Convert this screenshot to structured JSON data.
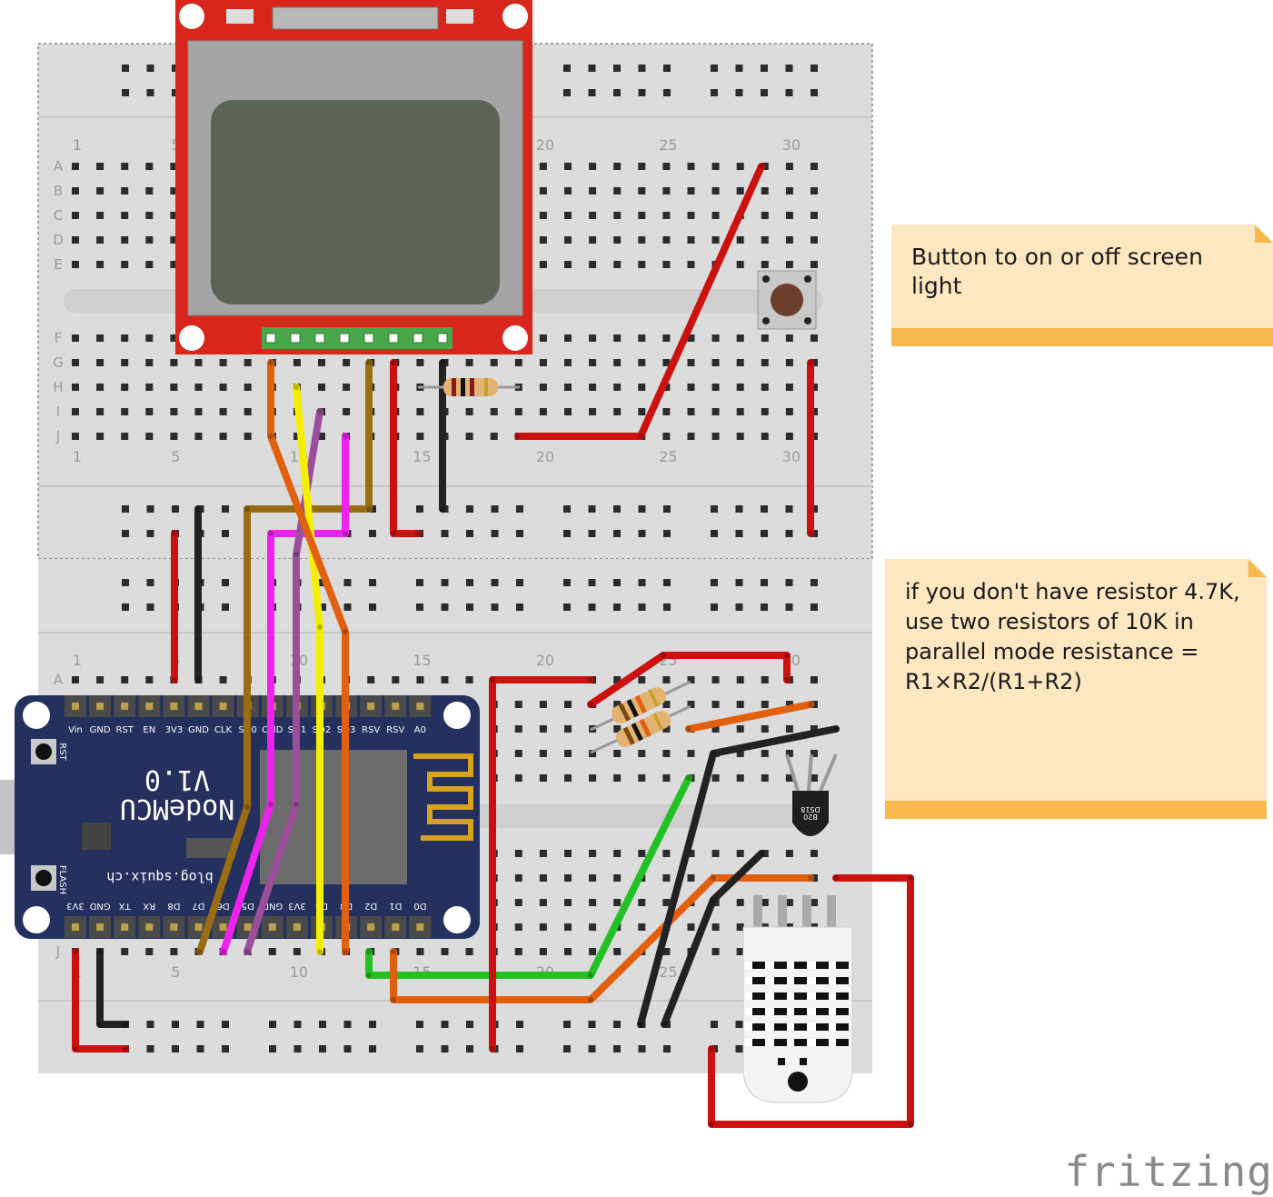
{
  "notes": {
    "button_note": "Button to on or off screen light",
    "resistor_note": "if you don't have resistor 4.7K,\nuse two resistors of 10K in\nparallel mode resistance =\nR1×R2/(R1+R2)"
  },
  "brand": {
    "text": "fritzing"
  },
  "breadboard_top": {
    "row_letters_upper": [
      "A",
      "B",
      "C",
      "D",
      "E"
    ],
    "row_letters_lower": [
      "F",
      "G",
      "H",
      "I",
      "J"
    ],
    "column_numbers": [
      "1",
      "5",
      "10",
      "15",
      "20",
      "25",
      "30"
    ]
  },
  "breadboard_bottom": {
    "row_letter_top": "A",
    "row_letter_bottom": "J",
    "column_numbers": [
      "1",
      "5",
      "10",
      "15",
      "20",
      "25",
      "30"
    ]
  },
  "nodemcu": {
    "title": "NodeMCU",
    "version": "V1.0",
    "site": "blog.squix.ch",
    "rst_label": "RST",
    "flash_label": "FLASH",
    "top_pins": [
      "Vin",
      "GND",
      "RST",
      "EN",
      "3V3",
      "GND",
      "CLK",
      "SD0",
      "CMD",
      "SD1",
      "SD2",
      "SD3",
      "RSV",
      "RSV",
      "A0"
    ],
    "bottom_pins": [
      "3V3",
      "GND",
      "TX",
      "RX",
      "D8",
      "D7",
      "D6",
      "D5",
      "GND",
      "3V3",
      "D4",
      "D3",
      "D2",
      "D1",
      "D0"
    ]
  },
  "sensor": {
    "label_line1": "DS18",
    "label_line2": "B20"
  },
  "colors": {
    "board": "#dcdcdc",
    "rail_plus": "#d33",
    "wire_red": "#cc1111",
    "wire_black": "#222222",
    "wire_orange": "#e06010",
    "wire_yellow": "#f7ef00",
    "wire_purple": "#9b4f9b",
    "wire_magenta": "#ee22ee",
    "wire_brown": "#9a6c14",
    "wire_green": "#22c022",
    "lcd_pcb": "#d8261c",
    "nodemcu_pcb": "#24305e",
    "note_fill": "#fde7c0",
    "note_band": "#f8b84e"
  }
}
